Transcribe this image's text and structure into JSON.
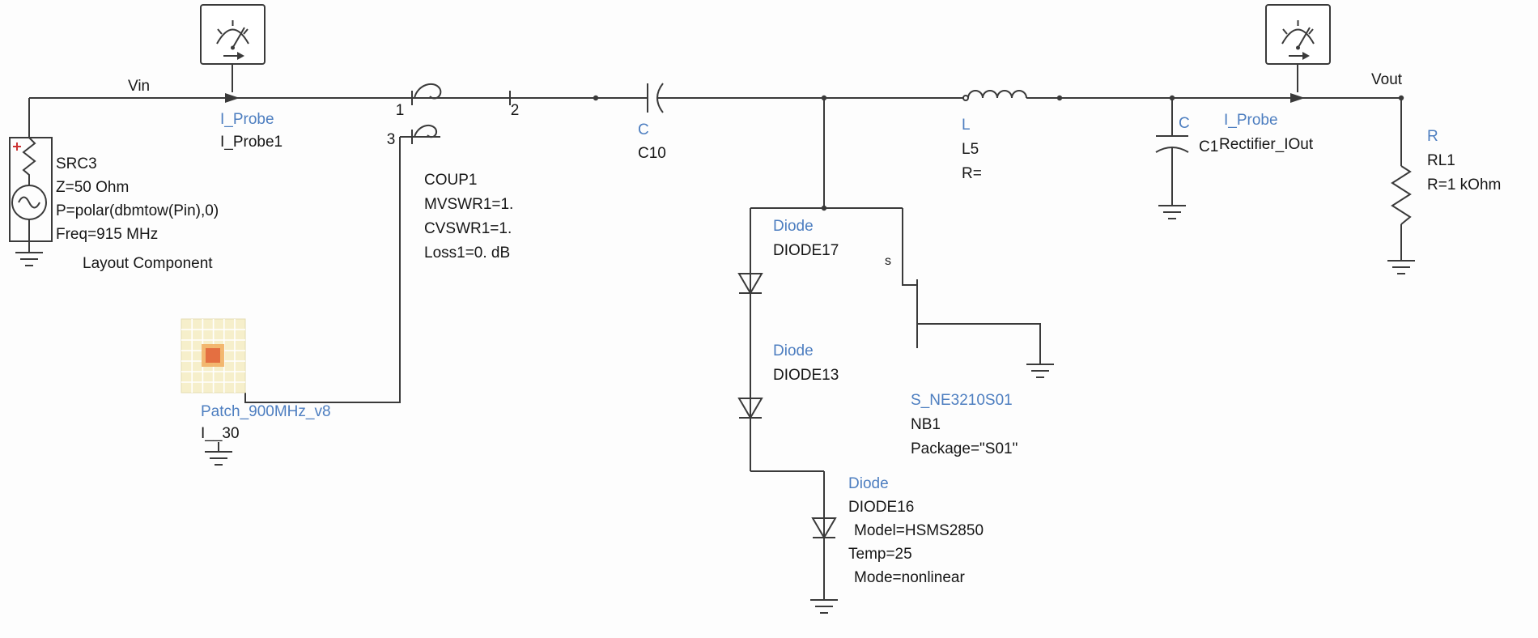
{
  "colors": {
    "label_blue": "#4d7ec0",
    "ink": "#3a3a3a",
    "text": "#161616",
    "plus_red": "#cc3333",
    "canvas_bg": "#fdfdfd"
  },
  "nodes": {
    "vin": "Vin",
    "vout": "Vout"
  },
  "components": {
    "src3": {
      "name": "SRC3",
      "param1": "Z=50 Ohm",
      "param2": "P=polar(dbmtow(Pin),0)",
      "param3": "Freq=915 MHz",
      "note": "Layout Component"
    },
    "i_probe1": {
      "type": "I_Probe",
      "name": "I_Probe1"
    },
    "coup1": {
      "name": "COUP1",
      "param1": "MVSWR1=1.",
      "param2": "CVSWR1=1.",
      "param3": "Loss1=0. dB",
      "port1": "1",
      "port2": "2",
      "port3": "3"
    },
    "patch": {
      "type": "Patch_900MHz_v8",
      "name": "I__30"
    },
    "c10": {
      "type": "C",
      "name": "C10"
    },
    "diode17": {
      "type": "Diode",
      "name": "DIODE17"
    },
    "diode13": {
      "type": "Diode",
      "name": "DIODE13"
    },
    "nb1": {
      "type": "S_NE3210S01",
      "name": "NB1",
      "param1": "Package=\"S01\"",
      "pin": "s"
    },
    "diode16": {
      "type": "Diode",
      "name": "DIODE16",
      "param1": "Model=HSMS2850",
      "param2": "Temp=25",
      "param3": "Mode=nonlinear"
    },
    "l5": {
      "type": "L",
      "name": "L5",
      "param1": "R="
    },
    "c1": {
      "type": "C",
      "name": "C1"
    },
    "rectifier_iout": {
      "type": "I_Probe",
      "name": "Rectifier_IOut"
    },
    "rl1": {
      "type": "R",
      "name": "RL1",
      "param1": "R=1 kOhm"
    }
  }
}
